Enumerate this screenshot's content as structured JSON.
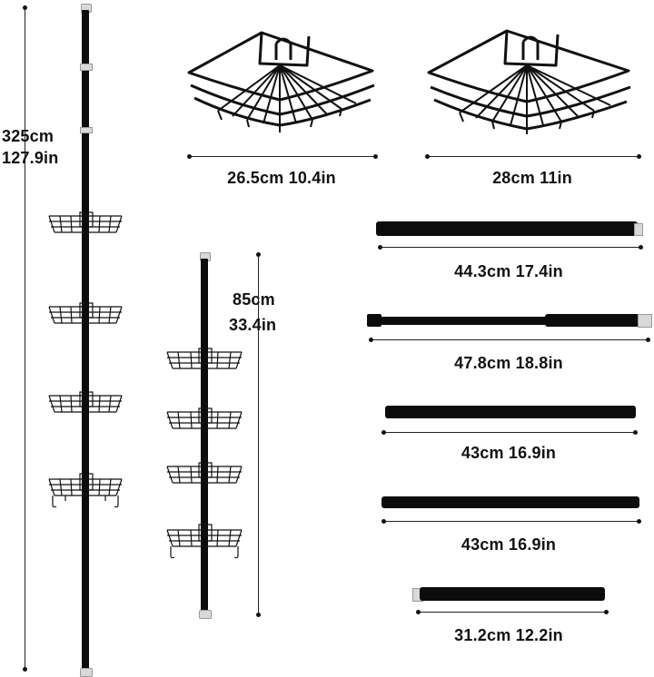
{
  "dimensions": {
    "full_pole_height_cm": "325cm",
    "full_pole_height_in": "127.9in",
    "short_pole_height_cm": "85cm",
    "short_pole_height_in": "33.4in",
    "basket_small": "26.5cm 10.4in",
    "basket_large": "28cm 11in",
    "rod_1": "44.3cm 17.4in",
    "rod_2": "47.8cm 18.8in",
    "rod_3": "43cm 16.9in",
    "rod_4": "43cm 16.9in",
    "rod_5": "31.2cm 12.2in"
  },
  "colors": {
    "metal": "#0c0c0c",
    "tip": "#d9d9d9"
  }
}
